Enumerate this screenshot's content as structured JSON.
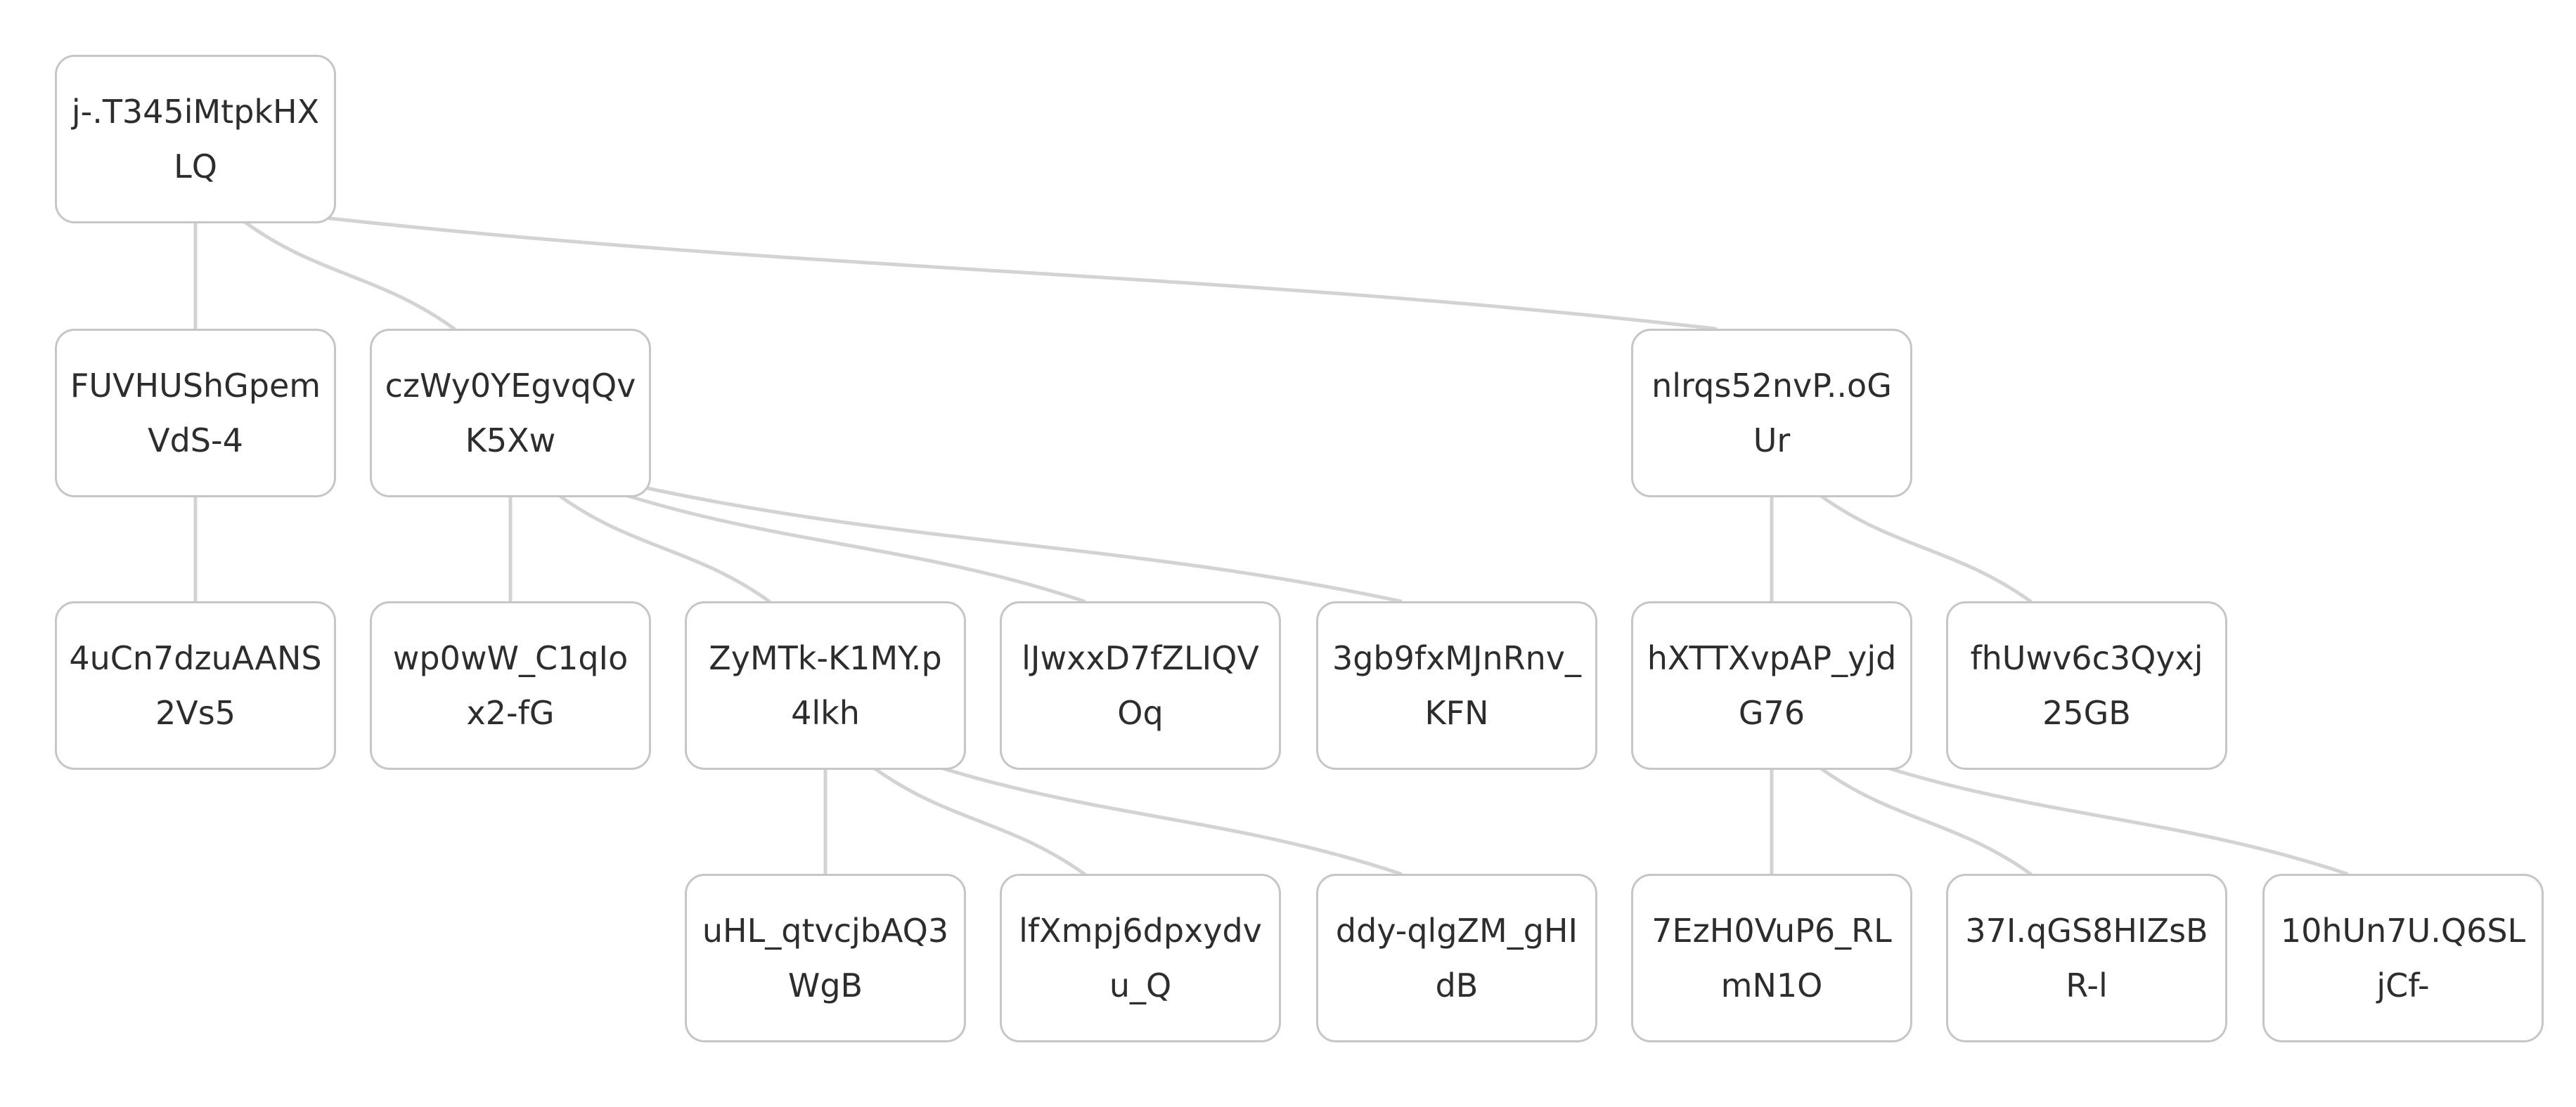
{
  "tree": {
    "root": "n1",
    "nodes": [
      {
        "id": "n1",
        "label": "j-.T345iMtpkHXLQ",
        "parent": null
      },
      {
        "id": "n2",
        "label": "FUVHUShGpemVdS-4",
        "parent": "n1"
      },
      {
        "id": "n3",
        "label": "czWy0YEgvqQvK5Xw",
        "parent": "n1"
      },
      {
        "id": "n4",
        "label": "nlrqs52nvP..oGUr",
        "parent": "n1"
      },
      {
        "id": "n5",
        "label": "4uCn7dzuAANS2Vs5",
        "parent": "n2"
      },
      {
        "id": "n6",
        "label": "wp0wW_C1qIox2-fG",
        "parent": "n3"
      },
      {
        "id": "n7",
        "label": "ZyMTk-K1MY.p4lkh",
        "parent": "n3"
      },
      {
        "id": "n8",
        "label": "lJwxxD7fZLIQVOq",
        "parent": "n3"
      },
      {
        "id": "n9",
        "label": "3gb9fxMJnRnv_KFN",
        "parent": "n3"
      },
      {
        "id": "n10",
        "label": "hXTTXvpAP_yjdG76",
        "parent": "n4"
      },
      {
        "id": "n11",
        "label": "fhUwv6c3Qyxj25GB",
        "parent": "n4"
      },
      {
        "id": "n12",
        "label": "uHL_qtvcjbAQ3WgB",
        "parent": "n7"
      },
      {
        "id": "n13",
        "label": "lfXmpj6dpxydvu_Q",
        "parent": "n7"
      },
      {
        "id": "n14",
        "label": "ddy-qlgZM_gHIdB",
        "parent": "n7"
      },
      {
        "id": "n15",
        "label": "7EzH0VuP6_RLmN1O",
        "parent": "n10"
      },
      {
        "id": "n16",
        "label": "37I.qGS8HIZsBR-l",
        "parent": "n10"
      },
      {
        "id": "n17",
        "label": "10hUn7U.Q6SLjCf-",
        "parent": "n10"
      }
    ]
  },
  "colors": {
    "edge": "#d3d3d3",
    "node_border": "#c6c6c6",
    "node_fill": "#ffffff",
    "text": "#2d2d2d"
  }
}
